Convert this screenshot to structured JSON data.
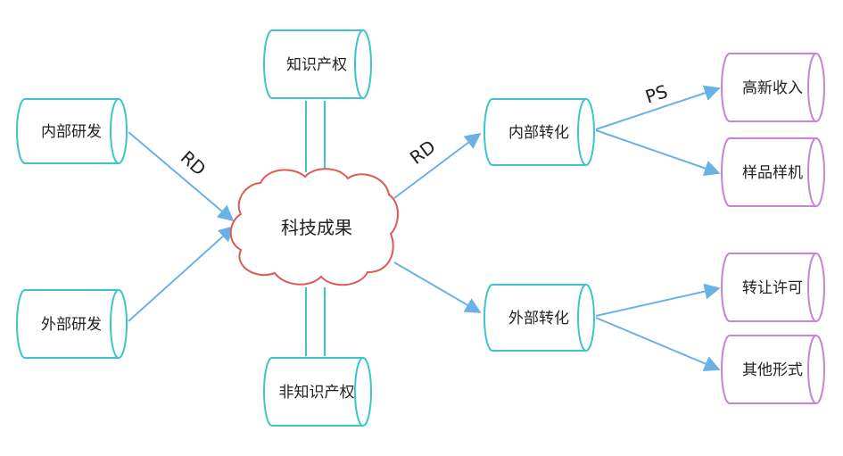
{
  "center": {
    "label": "科技成果",
    "color": "#e05a55"
  },
  "colors": {
    "teal": "#3cc6cc",
    "purple": "#c982d8",
    "arrow": "#6ab2e6",
    "link": "#3cc6cc"
  },
  "sources": {
    "internal": "内部研发",
    "external": "外部研发"
  },
  "ip": {
    "ip": "知识产权",
    "non_ip": "非知识产权"
  },
  "transform": {
    "internal": "内部转化",
    "external": "外部转化"
  },
  "outcomes": {
    "income": "高新收入",
    "samples": "样品样机",
    "license": "转让许可",
    "other": "其他形式"
  },
  "edges": {
    "rd_in": "RD",
    "rd_out": "RD",
    "ps": "PS"
  }
}
